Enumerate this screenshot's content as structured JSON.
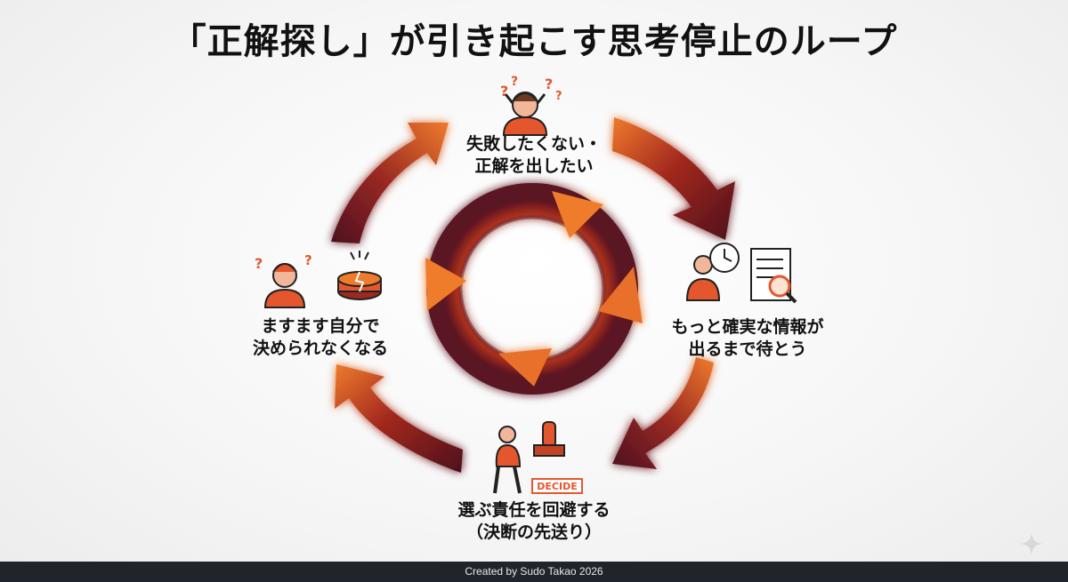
{
  "title": "「正解探し」が引き起こす思考停止のループ",
  "steps": [
    {
      "line1": "失敗したくない・",
      "line2": "正解を出したい",
      "icon": "worried-person-icon"
    },
    {
      "line1": "もっと確実な情報が",
      "line2": "出るまで待とう",
      "icon": "clock-document-magnifier-icon"
    },
    {
      "line1": "選ぶ責任を回避する",
      "line2": "（決断の先送り）",
      "icon": "decide-stamp-icon"
    },
    {
      "line1": "ますます自分で",
      "line2": "決められなくなる",
      "icon": "confused-person-broken-button-icon"
    }
  ],
  "stamp_text": "DECIDE",
  "footer": "Created by Sudo Takao 2026",
  "colors": {
    "arrow_dark": "#5a1220",
    "arrow_mid": "#9b2a22",
    "arrow_light": "#e8702a",
    "accent": "#e4572e"
  }
}
